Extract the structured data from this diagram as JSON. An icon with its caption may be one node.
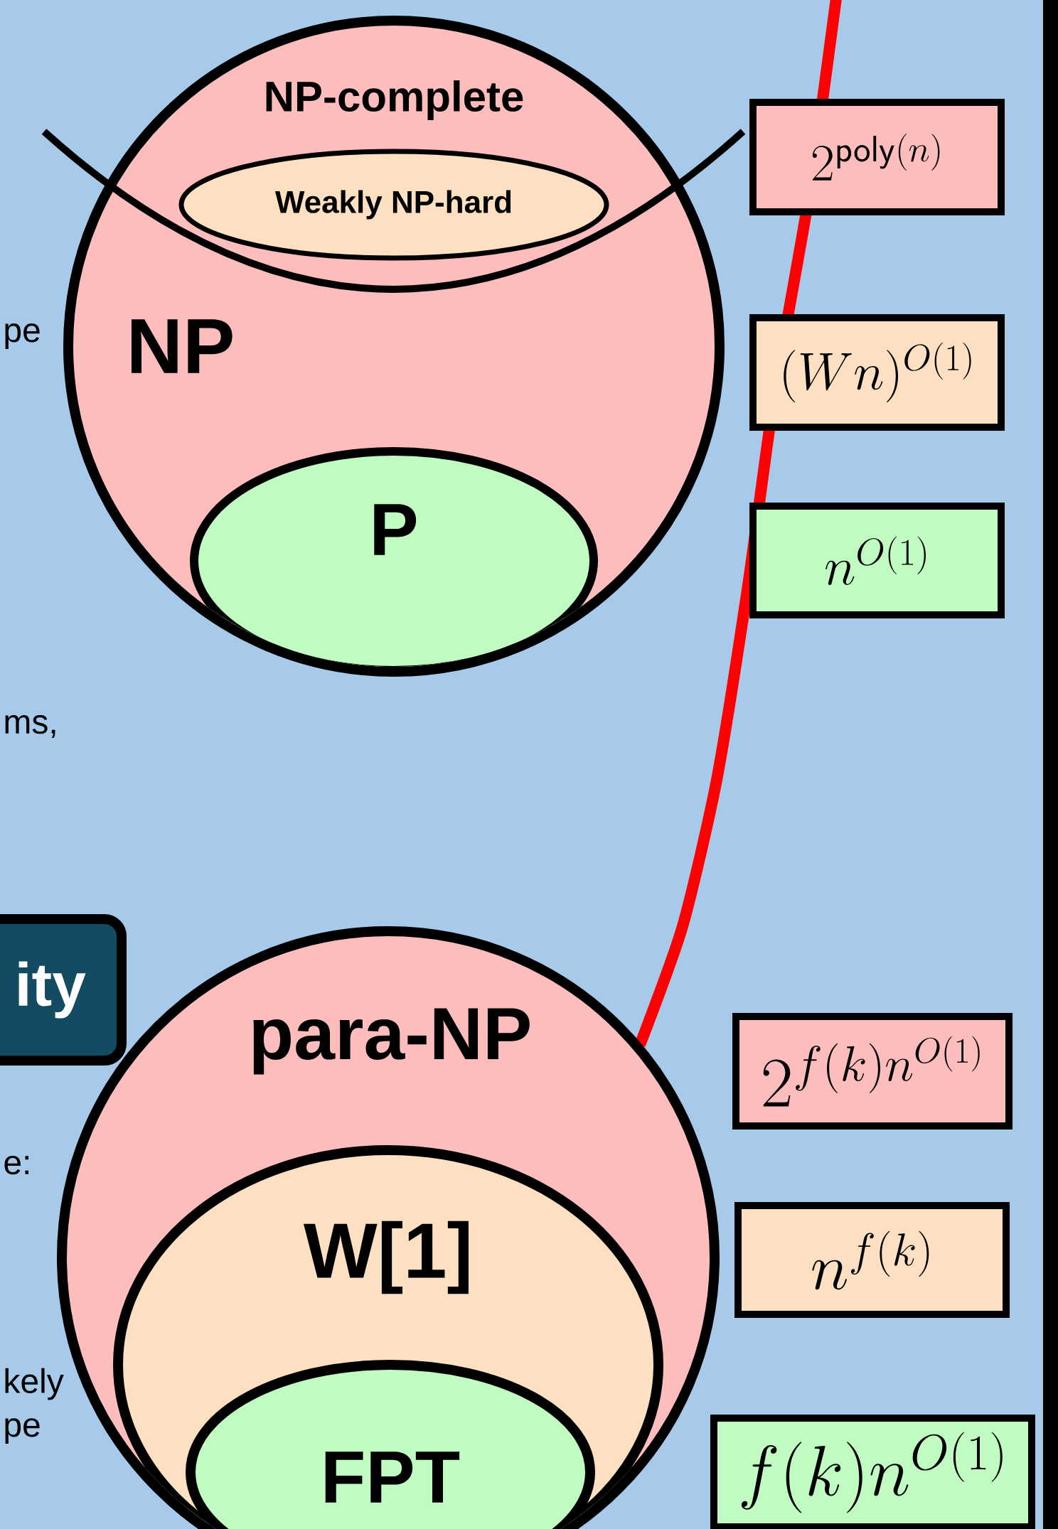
{
  "diagram": {
    "nodes": [
      {
        "text": [
          "NP"
        ]
      },
      {
        "text": [
          "NP-complete"
        ],
        "in": 0
      },
      {
        "text": [
          "Weakly NP-hard"
        ],
        "in": 1
      },
      {
        "text": [
          "P"
        ],
        "in": 0
      },
      {
        "text": [
          "ity"
        ]
      },
      {
        "text": [
          "para-NP"
        ]
      },
      {
        "text": [
          "W[1]"
        ],
        "in": 5
      },
      {
        "text": [
          "FPT"
        ],
        "in": 6
      },
      {
        "text": [
          "2^{\\mathsf{poly}(n)}"
        ]
      },
      {
        "text": [
          "(Wn)^{O(1)}"
        ]
      },
      {
        "text": [
          "n^{O(1)}"
        ]
      },
      {
        "text": [
          "2^{f(k)n^{O(1)}}"
        ]
      },
      {
        "text": [
          "n^{f(k)}"
        ]
      },
      {
        "text": [
          "f(k)n^{O(1)}"
        ]
      }
    ],
    "labels": [
      "pe",
      "ms,",
      "e:",
      "kely",
      "pe"
    ]
  }
}
